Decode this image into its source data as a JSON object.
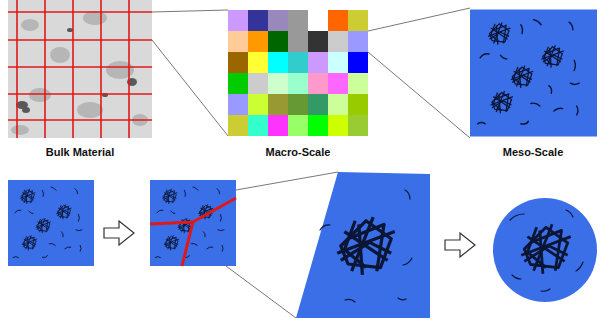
{
  "diagram": {
    "labels": [
      "Bulk Material",
      "Macro-Scale",
      "Meso-Scale"
    ]
  }
}
